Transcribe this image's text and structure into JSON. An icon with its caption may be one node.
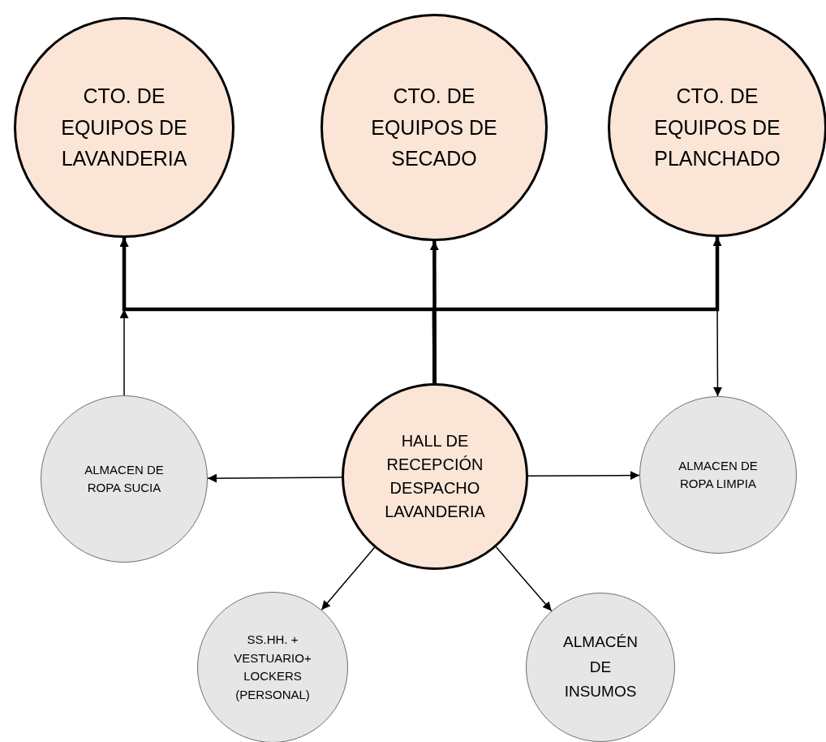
{
  "diagram": {
    "nodes": [
      {
        "text": [
          "CTO. DE EQUIPOS DE LAVANDERIA"
        ]
      },
      {
        "text": [
          "CTO. DE EQUIPOS DE SECADO"
        ]
      },
      {
        "text": [
          "CTO. DE EQUIPOS DE PLANCHADO"
        ]
      },
      {
        "text": [
          "ALMACEN DE ROPA SUCIA"
        ]
      },
      {
        "text": [
          "HALL DE RECEPCIÓN DESPACHO LAVANDERIA"
        ]
      },
      {
        "text": [
          "ALMACEN DE ROPA LIMPIA"
        ]
      },
      {
        "text": [
          "SS.HH. + VESTUARIO+ LOCKERS (PERSONAL)"
        ]
      },
      {
        "text": [
          "ALMACÉN DE INSUMOS"
        ]
      }
    ],
    "edges": [
      {
        "from": 4,
        "to": 0,
        "arrow": "to",
        "style": "thick"
      },
      {
        "from": 4,
        "to": 1,
        "arrow": "to",
        "style": "thick"
      },
      {
        "from": 4,
        "to": 2,
        "arrow": "to",
        "style": "thick"
      },
      {
        "from": 3,
        "to": 0,
        "arrow": "to"
      },
      {
        "from": 2,
        "to": 5,
        "arrow": "to"
      },
      {
        "from": 4,
        "to": 3,
        "arrow": "to"
      },
      {
        "from": 4,
        "to": 5,
        "arrow": "to"
      },
      {
        "from": 4,
        "to": 6,
        "arrow": "to"
      },
      {
        "from": 4,
        "to": 7,
        "arrow": "to"
      }
    ]
  }
}
